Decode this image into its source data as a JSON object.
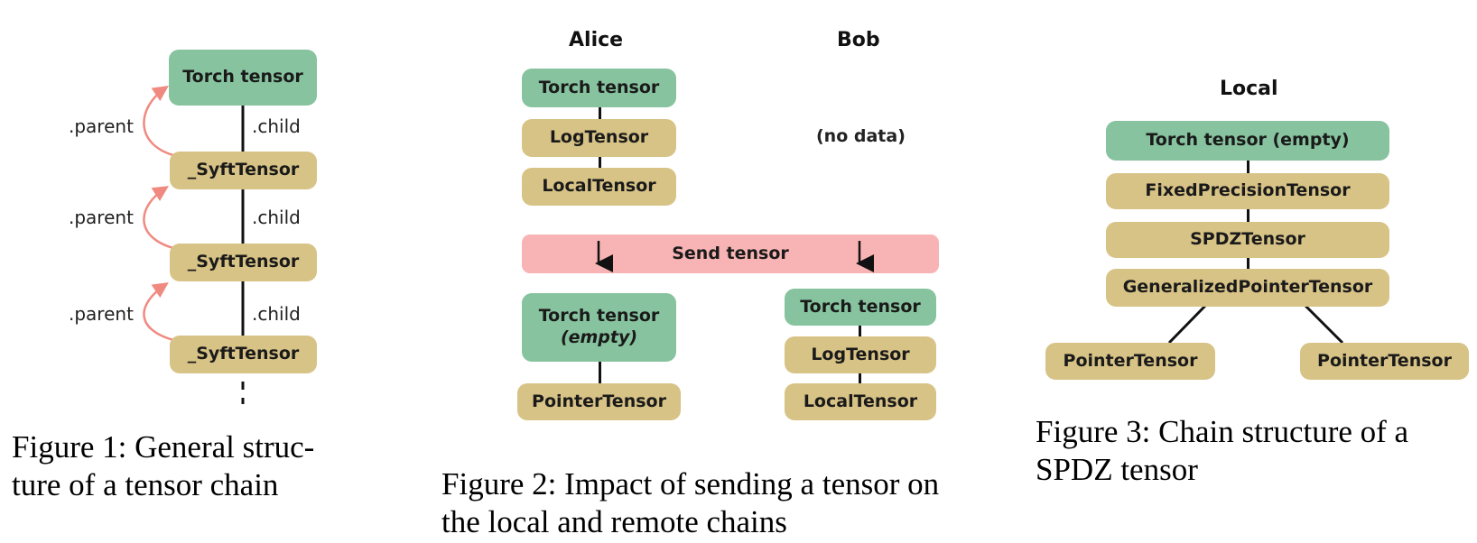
{
  "fig1": {
    "top": "Torch tensor",
    "syft": [
      "_SyftTensor",
      "_SyftTensor",
      "_SyftTensor"
    ],
    "parent_label": ".parent",
    "child_label": ".child",
    "caption_line1": "Figure 1:  General struc-",
    "caption_line2": "ture of a tensor chain"
  },
  "fig2": {
    "alice": "Alice",
    "bob": "Bob",
    "alice_before": [
      "Torch tensor",
      "LogTensor",
      "LocalTensor"
    ],
    "bob_before": "(no data)",
    "send": "Send tensor",
    "alice_after_top": "Torch tensor",
    "alice_after_top_sub": "(empty)",
    "alice_after_bottom": "PointerTensor",
    "bob_after": [
      "Torch tensor",
      "LogTensor",
      "LocalTensor"
    ],
    "caption_line1": "Figure 2: Impact of sending a tensor on",
    "caption_line2": "the local and remote chains"
  },
  "fig3": {
    "local": "Local",
    "chain": [
      "Torch tensor (empty)",
      "FixedPrecisionTensor",
      "SPDZTensor",
      "GeneralizedPointerTensor"
    ],
    "pointers": [
      "PointerTensor",
      "PointerTensor"
    ],
    "caption_line1": "Figure 3: Chain structure of a",
    "caption_line2": "SPDZ tensor"
  },
  "colors": {
    "green": "#86c39e",
    "tan": "#d8c386",
    "pink": "#f8b4b4",
    "arrow": "#f08a80"
  }
}
